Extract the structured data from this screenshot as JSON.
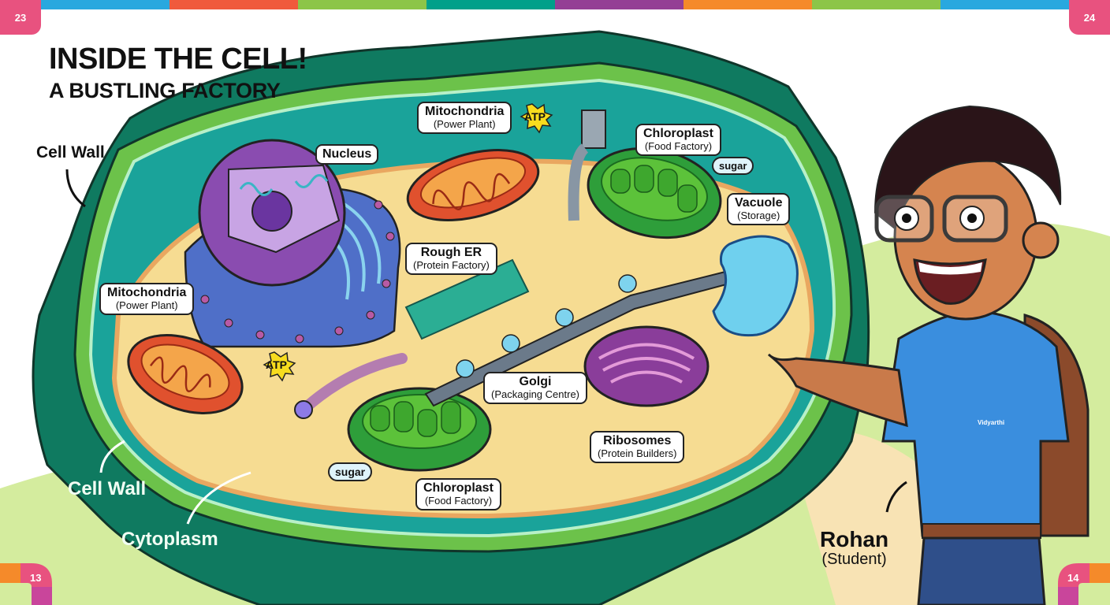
{
  "page": {
    "left_page_number": "23",
    "right_page_number": "24",
    "bottom_left_number": "13",
    "bottom_right_number": "14"
  },
  "header": {
    "title": "INSIDE THE CELL!",
    "subtitle": "A BUSTLING FACTORY"
  },
  "top_stripe_colors": [
    "#29a8df",
    "#f05a3c",
    "#8cc548",
    "#00a08a",
    "#943f95",
    "#f58a2a",
    "#8cc548",
    "#29a8df"
  ],
  "accent_tab_color": "#e8527f",
  "labels": {
    "cell_wall_top": "Cell Wall",
    "nucleus": "Nucleus",
    "mito_top": {
      "name": "Mitochondria",
      "role": "(Power Plant)"
    },
    "mito_left": {
      "name": "Mitochondria",
      "role": "(Power Plant)"
    },
    "chloro_top": {
      "name": "Chloroplast",
      "role": "(Food Factory)"
    },
    "chloro_bottom": {
      "name": "Chloroplast",
      "role": "(Food Factory)"
    },
    "vacuole": {
      "name": "Vacuole",
      "role": "(Storage)"
    },
    "rough_er": {
      "name": "Rough ER",
      "role": "(Protein Factory)"
    },
    "golgi": {
      "name": "Golgi",
      "role": "(Packaging Centre)"
    },
    "ribosomes": {
      "name": "Ribosomes",
      "role": "(Protein Builders)"
    },
    "cell_wall_bottom": "Cell Wall",
    "cytoplasm": "Cytoplasm",
    "atp_top": "ATP",
    "atp_left": "ATP",
    "sugar_top": "sugar",
    "sugar_bottom": "sugar"
  },
  "character": {
    "name": "Rohan",
    "role": "(Student)",
    "shirt_logo_text": "Vidyarthi"
  }
}
